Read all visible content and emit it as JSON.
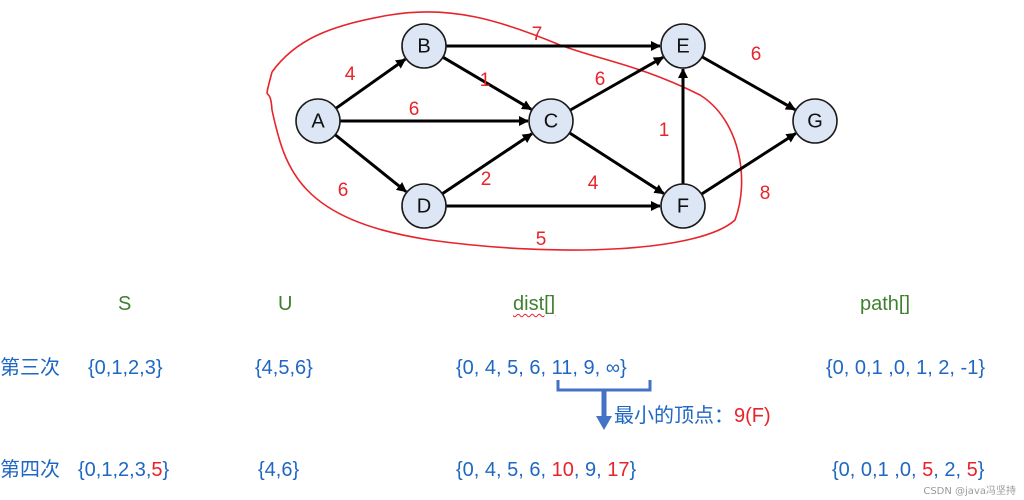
{
  "graph": {
    "nodes": [
      {
        "id": "A",
        "label": "A"
      },
      {
        "id": "B",
        "label": "B"
      },
      {
        "id": "C",
        "label": "C"
      },
      {
        "id": "D",
        "label": "D"
      },
      {
        "id": "E",
        "label": "E"
      },
      {
        "id": "F",
        "label": "F"
      },
      {
        "id": "G",
        "label": "G"
      }
    ],
    "edges": [
      {
        "from": "A",
        "to": "B",
        "weight": "4"
      },
      {
        "from": "A",
        "to": "C",
        "weight": "6"
      },
      {
        "from": "A",
        "to": "D",
        "weight": "6"
      },
      {
        "from": "B",
        "to": "C",
        "weight": "1"
      },
      {
        "from": "B",
        "to": "E",
        "weight": "7"
      },
      {
        "from": "C",
        "to": "E",
        "weight": "6"
      },
      {
        "from": "C",
        "to": "F",
        "weight": "4"
      },
      {
        "from": "D",
        "to": "C",
        "weight": "2"
      },
      {
        "from": "D",
        "to": "F",
        "weight": "5"
      },
      {
        "from": "F",
        "to": "E",
        "weight": "1"
      },
      {
        "from": "E",
        "to": "G",
        "weight": "6"
      },
      {
        "from": "F",
        "to": "G",
        "weight": "8"
      }
    ],
    "enclosed_nodes": [
      "A",
      "B",
      "C",
      "D",
      "F"
    ]
  },
  "table": {
    "headers": {
      "s": "S",
      "u": "U",
      "dist": "dist[]",
      "path": "path[]"
    },
    "row3": {
      "label": "第三次",
      "s": "{0,1,2,3}",
      "u": "{4,5,6}",
      "dist": "{0, 4, 5, 6, 11, 9,  ∞}",
      "path": "{0, 0,1 ,0, 1, 2, -1}"
    },
    "row4": {
      "label": "第四次",
      "s_prefix": "{0,1,2,3,",
      "s_new": "5",
      "s_suffix": "}",
      "u": "{4,6}",
      "dist_prefix": "{0, 4, 5, 6, ",
      "dist_new1": "10",
      "dist_mid": ", 9, ",
      "dist_new2": "17",
      "dist_suffix": "}",
      "path_prefix": "{0, 0,1 ,0, ",
      "path_new1": "5",
      "path_mid": ", 2, ",
      "path_new2": "5",
      "path_suffix": "}"
    },
    "min_vertex": {
      "label": "最小的顶点：",
      "value": "9(F)"
    }
  },
  "watermark": "CSDN @java冯坚持",
  "colors": {
    "node_fill": "#dce6f4",
    "edge": "#000000",
    "weight": "#e8232a",
    "enclosure": "#e8232a",
    "header": "#3f7f2f",
    "values": "#1f67c2",
    "highlight": "#e8232a"
  }
}
